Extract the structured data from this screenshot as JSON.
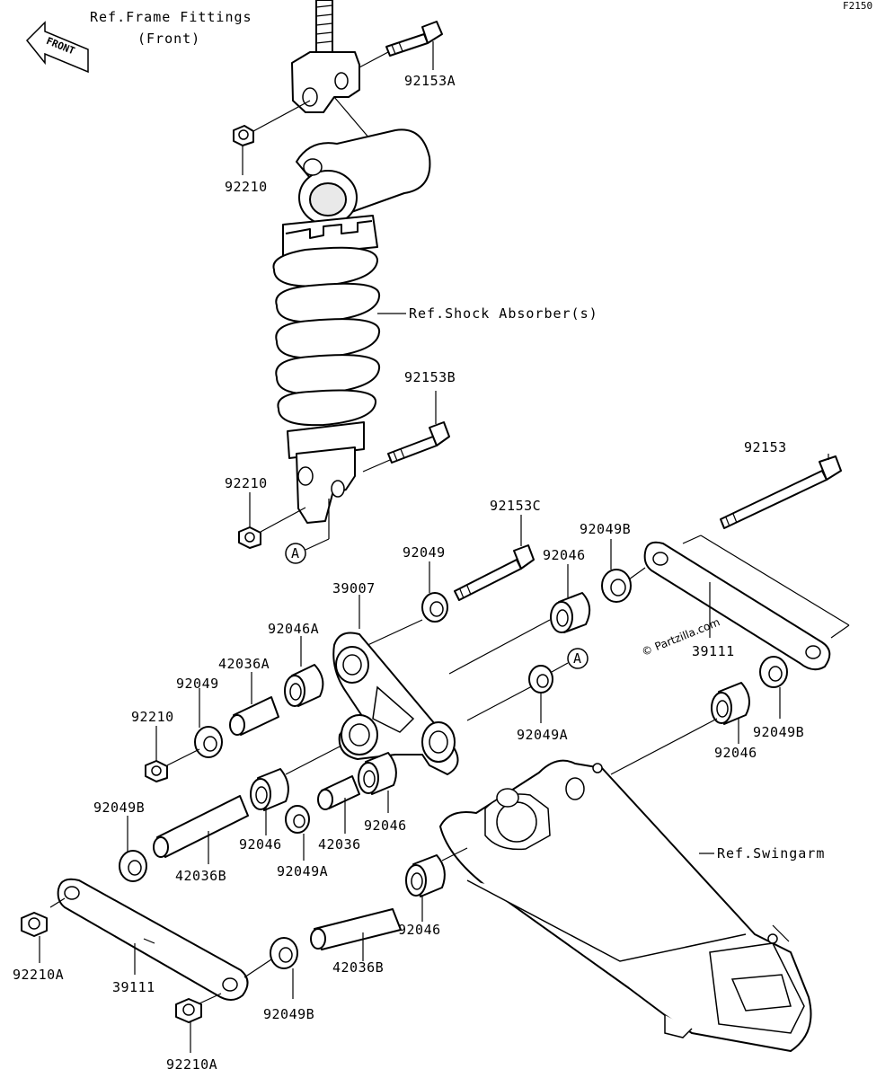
{
  "diagram": {
    "figure_code": "F2150",
    "front_arrow": "FRONT",
    "references": {
      "frame_fittings_line1": "Ref.Frame Fittings",
      "frame_fittings_line2": "(Front)",
      "shock_absorber": "Ref.Shock Absorber(s)",
      "swingarm": "Ref.Swingarm"
    },
    "watermark": "© Partzilla.com",
    "callout": "A",
    "part_labels": {
      "p92153A": "92153A",
      "p92210_top": "92210",
      "p92153B": "92153B",
      "p92210_mid": "92210",
      "p92153": "92153",
      "p92153C": "92153C",
      "p92049B_top": "92049B",
      "p92049_top": "92049",
      "p92046_top": "92046",
      "p39007": "39007",
      "p39111_right": "39111",
      "p92046A": "92046A",
      "p42036A": "42036A",
      "p92049_left": "92049",
      "p92210_left": "92210",
      "p92049A_right": "92049A",
      "p92049B_right": "92049B",
      "p92046_right": "92046",
      "p92049B_left": "92049B",
      "p92046_c1": "92046",
      "p42036": "42036",
      "p92046_c2": "92046",
      "p92049A_c": "92049A",
      "p42036B_left": "42036B",
      "p92046_low": "92046",
      "p92210A_left": "92210A",
      "p42036B_low": "42036B",
      "p39111_left": "39111",
      "p92049B_low": "92049B",
      "p92210A_low": "92210A"
    }
  }
}
